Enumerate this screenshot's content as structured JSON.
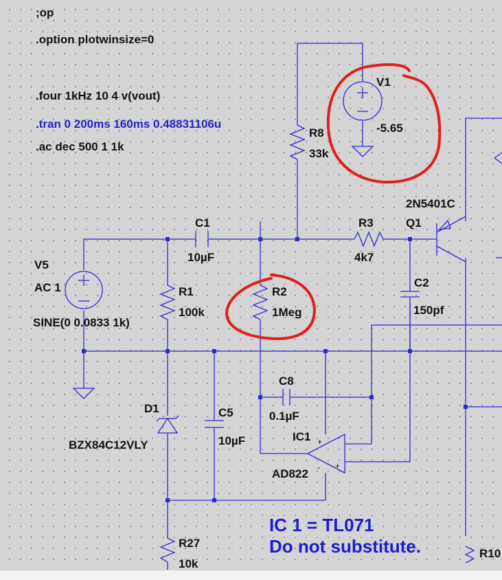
{
  "directives": {
    "op": ";op",
    "option": ".option plotwinsize=0",
    "four": ".four 1kHz 10 4 v(vout)",
    "tran": ".tran 0 200ms 160ms 0.48831106u",
    "ac": ".ac dec 500 1 1k"
  },
  "components": {
    "v1": {
      "name": "V1",
      "value": "-5.65"
    },
    "r8": {
      "name": "R8",
      "value": "33k"
    },
    "q1": {
      "name": "Q1",
      "model": "2N5401C"
    },
    "c1": {
      "name": "C1",
      "value": "10µF"
    },
    "r3": {
      "name": "R3",
      "value": "4k7"
    },
    "v5": {
      "name": "V5",
      "ac": "AC 1",
      "sine": "SINE(0 0.0833 1k)"
    },
    "r1": {
      "name": "R1",
      "value": "100k"
    },
    "r2": {
      "name": "R2",
      "value": "1Meg"
    },
    "c2": {
      "name": "C2",
      "value": "150pf"
    },
    "c8": {
      "name": "C8",
      "value": "0.1µF"
    },
    "d1": {
      "name": "D1",
      "model": "BZX84C12VLY"
    },
    "c5": {
      "name": "C5",
      "value": "10µF"
    },
    "ic1": {
      "name": "IC1",
      "model": "AD822",
      "pin_plus": "+",
      "pin_minus": "-"
    },
    "r27": {
      "name": "R27",
      "value": "10k"
    },
    "r10": {
      "name": "R10"
    }
  },
  "note": {
    "line1": "IC 1 = TL071",
    "line2": "Do not substitute."
  },
  "colors": {
    "wire": "#2b2bd6",
    "highlight": "#e0201a",
    "note": "#1c1cd0",
    "background": "#d4d4d4"
  }
}
